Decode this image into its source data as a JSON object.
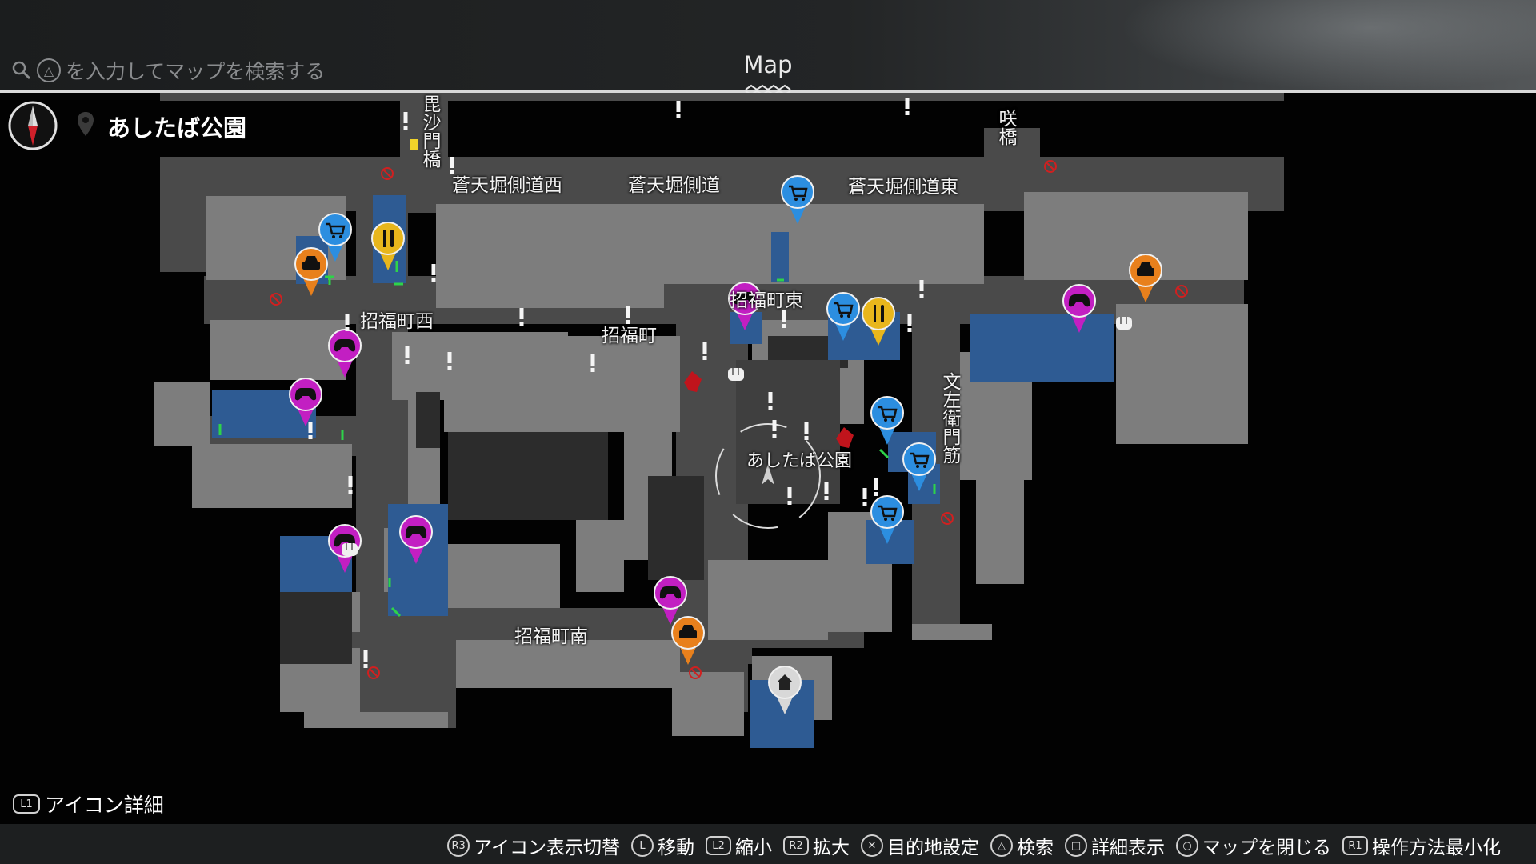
{
  "header": {
    "title": "Map",
    "search_placeholder": "を入力してマップを検索する",
    "search_button_glyph": "△",
    "current_location": "あしたば公園"
  },
  "map": {
    "colors": {
      "building": "#7d7d7d",
      "road": "#4a4a4a",
      "shop_zone": "#2e5b93",
      "background": "#020202"
    },
    "labels": {
      "bishamon_bridge": "毘沙門橋",
      "hanashi_bridge": "咲橋",
      "soten_west": "蒼天堀側道西",
      "soten_side": "蒼天堀側道",
      "soten_east": "蒼天堀側道東",
      "shofuku_west": "招福町西",
      "shofuku": "招福町",
      "shofuku_east": "招福町東",
      "shofuku_south": "招福町南",
      "bunzaemon": "文左衛門筋",
      "park": "あしたば公園"
    },
    "marker_types": {
      "shop": "shop-icon",
      "restaurant": "restaurant-icon",
      "taxi": "taxi-icon",
      "arcade": "gamepad-icon",
      "home": "home-icon",
      "fight": "fist-icon",
      "event": "exclamation-icon",
      "no_entry": "no-entry-icon"
    },
    "marker_colors": {
      "shop": "#2c8ee0",
      "restaurant": "#e8b61c",
      "taxi": "#e8801c",
      "arcade": "#c21fc2",
      "home": "#d8d8d8"
    }
  },
  "footer": {
    "icon_detail_button": "L1",
    "icon_detail_label": "アイコン詳細",
    "controls": [
      {
        "button": "R3",
        "label": "アイコン表示切替"
      },
      {
        "button": "L",
        "label": "移動"
      },
      {
        "button": "L2",
        "label": "縮小"
      },
      {
        "button": "R2",
        "label": "拡大"
      },
      {
        "button": "✕",
        "label": "目的地設定"
      },
      {
        "button": "△",
        "label": "検索"
      },
      {
        "button": "□",
        "label": "詳細表示"
      },
      {
        "button": "○",
        "label": "マップを閉じる"
      },
      {
        "button": "R1",
        "label": "操作方法最小化"
      }
    ]
  }
}
